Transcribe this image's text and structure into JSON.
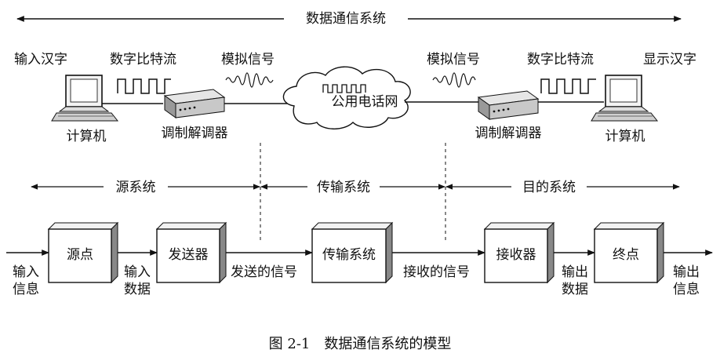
{
  "top": {
    "system_title": "数据通信系统",
    "input_chars": "输入汉字",
    "bitstream_left": "数字比特流",
    "analog_left": "模拟信号",
    "analog_right": "模拟信号",
    "bitstream_right": "数字比特流",
    "display_chars": "显示汉字",
    "computer_left": "计算机",
    "modem_left": "调制解调器",
    "network": "公用电话网",
    "modem_right": "调制解调器",
    "computer_right": "计算机"
  },
  "sections": {
    "source": "源系统",
    "transmission": "传输系统",
    "destination": "目的系统"
  },
  "blocks": {
    "source": "源点",
    "transmitter": "发送器",
    "transmission": "传输系统",
    "receiver": "接收器",
    "destination": "终点"
  },
  "flow": {
    "input_info_1": "输入",
    "input_info_2": "信息",
    "input_data_1": "输入",
    "input_data_2": "数据",
    "sent_signal": "发送的信号",
    "received_signal": "接收的信号",
    "output_data_1": "输出",
    "output_data_2": "数据",
    "output_info_1": "输出",
    "output_info_2": "信息"
  },
  "caption": "图 2-1　数据通信系统的模型"
}
